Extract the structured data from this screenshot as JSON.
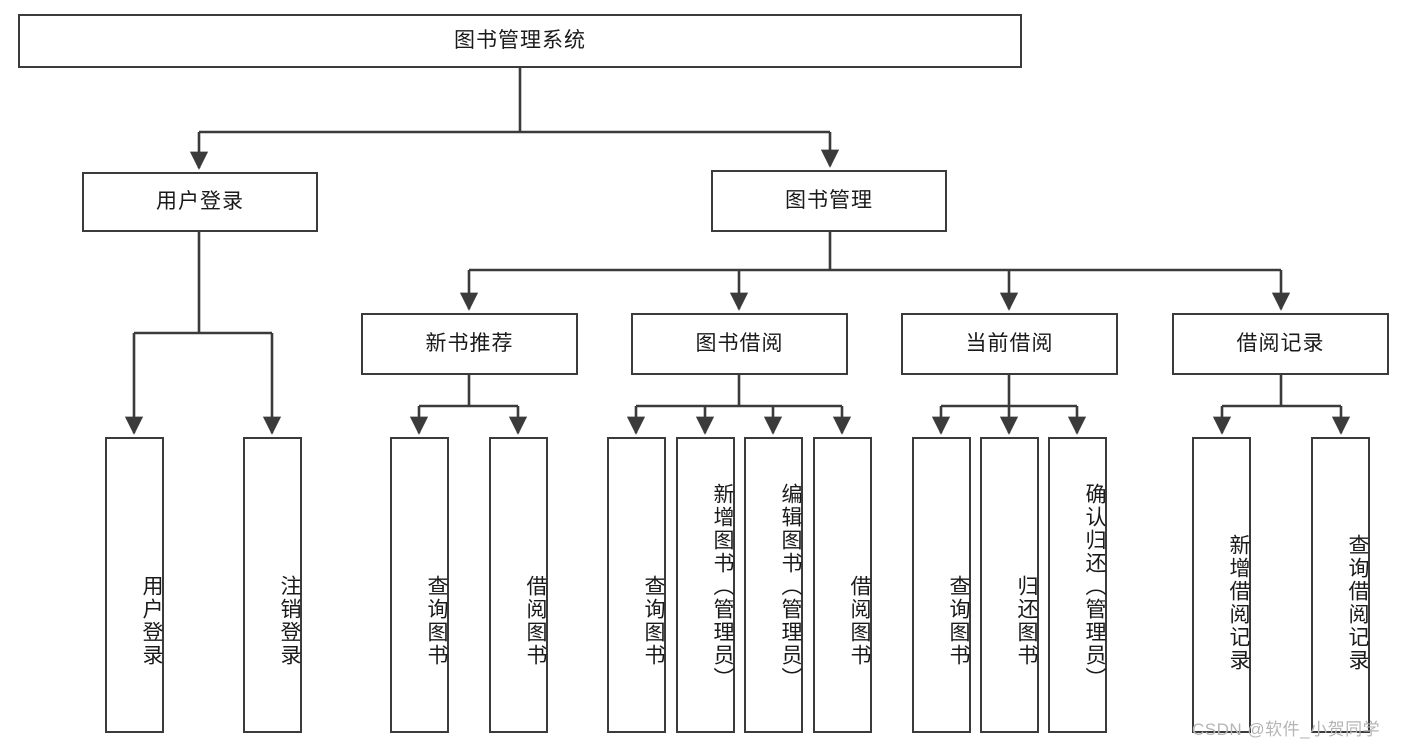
{
  "diagram": {
    "type": "hierarchy-tree",
    "title": "图书管理系统",
    "accent_color": "#3b3b3b",
    "background_color": "#ffffff",
    "nodes": {
      "root": {
        "label": "图书管理系统"
      },
      "level2": [
        {
          "label": "用户登录"
        },
        {
          "label": "图书管理"
        }
      ],
      "level3": [
        {
          "label": "新书推荐"
        },
        {
          "label": "图书借阅"
        },
        {
          "label": "当前借阅"
        },
        {
          "label": "借阅记录"
        }
      ],
      "leaves": {
        "user_login": [
          {
            "label": "用户登录"
          },
          {
            "label": "注销登录"
          }
        ],
        "new_book": [
          {
            "label": "查询图书"
          },
          {
            "label": "借阅图书"
          }
        ],
        "book_borrow": [
          {
            "label": "查询图书"
          },
          {
            "label": "新增图书（管理员）"
          },
          {
            "label": "编辑图书（管理员）"
          },
          {
            "label": "借阅图书"
          }
        ],
        "current_borrow": [
          {
            "label": "查询图书"
          },
          {
            "label": "归还图书"
          },
          {
            "label": "确认归还（管理员）"
          }
        ],
        "borrow_record": [
          {
            "label": "新增借阅记录"
          },
          {
            "label": "查询借阅记录"
          }
        ]
      }
    }
  },
  "watermark": {
    "text": "CSDN @软件_小贺同学"
  }
}
